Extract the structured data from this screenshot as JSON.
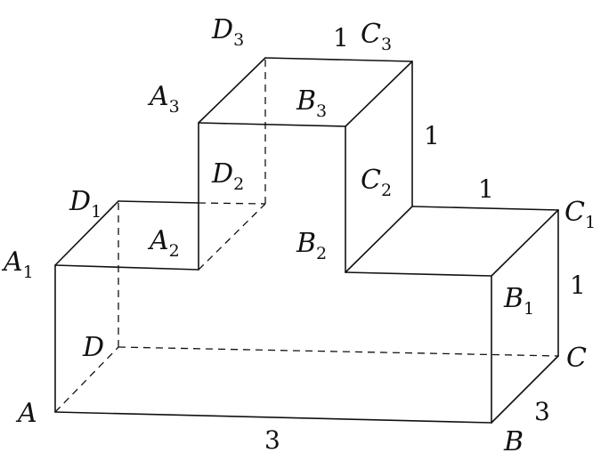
{
  "points": [
    {
      "letter": "A",
      "sub": ""
    },
    {
      "letter": "B",
      "sub": ""
    },
    {
      "letter": "C",
      "sub": ""
    },
    {
      "letter": "D",
      "sub": ""
    },
    {
      "letter": "A",
      "sub": "1"
    },
    {
      "letter": "B",
      "sub": "1"
    },
    {
      "letter": "C",
      "sub": "1"
    },
    {
      "letter": "D",
      "sub": "1"
    },
    {
      "letter": "A",
      "sub": "2"
    },
    {
      "letter": "B",
      "sub": "2"
    },
    {
      "letter": "C",
      "sub": "2"
    },
    {
      "letter": "D",
      "sub": "2"
    },
    {
      "letter": "A",
      "sub": "3"
    },
    {
      "letter": "B",
      "sub": "3"
    },
    {
      "letter": "C",
      "sub": "3"
    },
    {
      "letter": "D",
      "sub": "3"
    }
  ],
  "dimensions": {
    "ab": "3",
    "bc": "3",
    "cc1": "1",
    "top_c1": "1",
    "c2c3": "1",
    "d3c3": "1"
  }
}
